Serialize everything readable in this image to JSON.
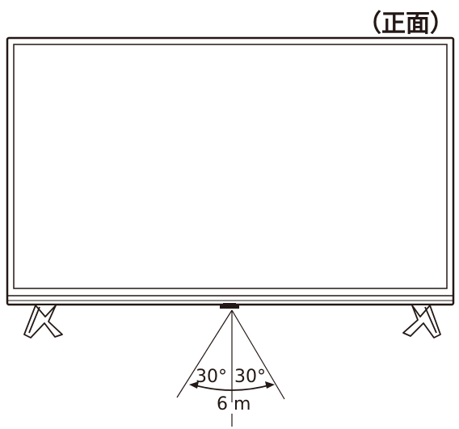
{
  "title": "（正面）",
  "diagram": {
    "angle_left": "30°",
    "angle_right": "30°",
    "distance": "6 m"
  }
}
